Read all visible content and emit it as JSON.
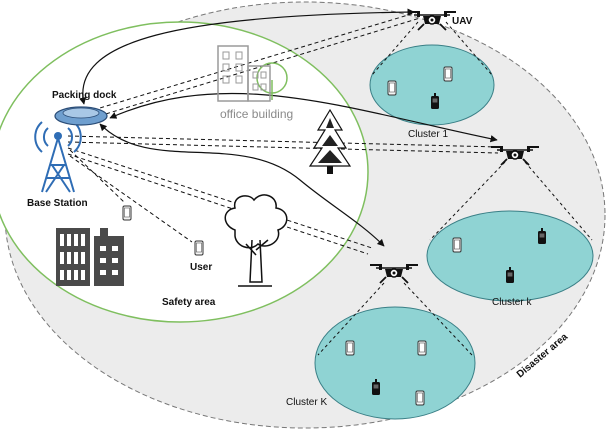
{
  "labels": {
    "uav": "UAV",
    "packing_dock": "Packing dock",
    "office_building": "office building",
    "base_station": "Base Station",
    "user": "User",
    "safety_area": "Safety area",
    "disaster_area": "Disaster area",
    "cluster_1": "Cluster 1",
    "cluster_k": "Cluster k",
    "cluster_K": "Cluster K"
  },
  "colors": {
    "disaster_fill": "#ececec",
    "safety_stroke": "#7fbf5f",
    "cluster_fill": "#8fd3d3",
    "cluster_stroke": "#3a7f86",
    "dock_fill": "#6f9fcf",
    "base_station_blue": "#2f6db5",
    "building_dark": "#4a4a4a",
    "office_stroke": "#9a9a9a",
    "office_green": "#7fbf5f"
  },
  "icons": [
    "uav-icon",
    "packing-dock-icon",
    "base-station-icon",
    "office-building-icon",
    "tree-icon",
    "pine-tree-icon",
    "city-buildings-icon",
    "phone-icon"
  ]
}
